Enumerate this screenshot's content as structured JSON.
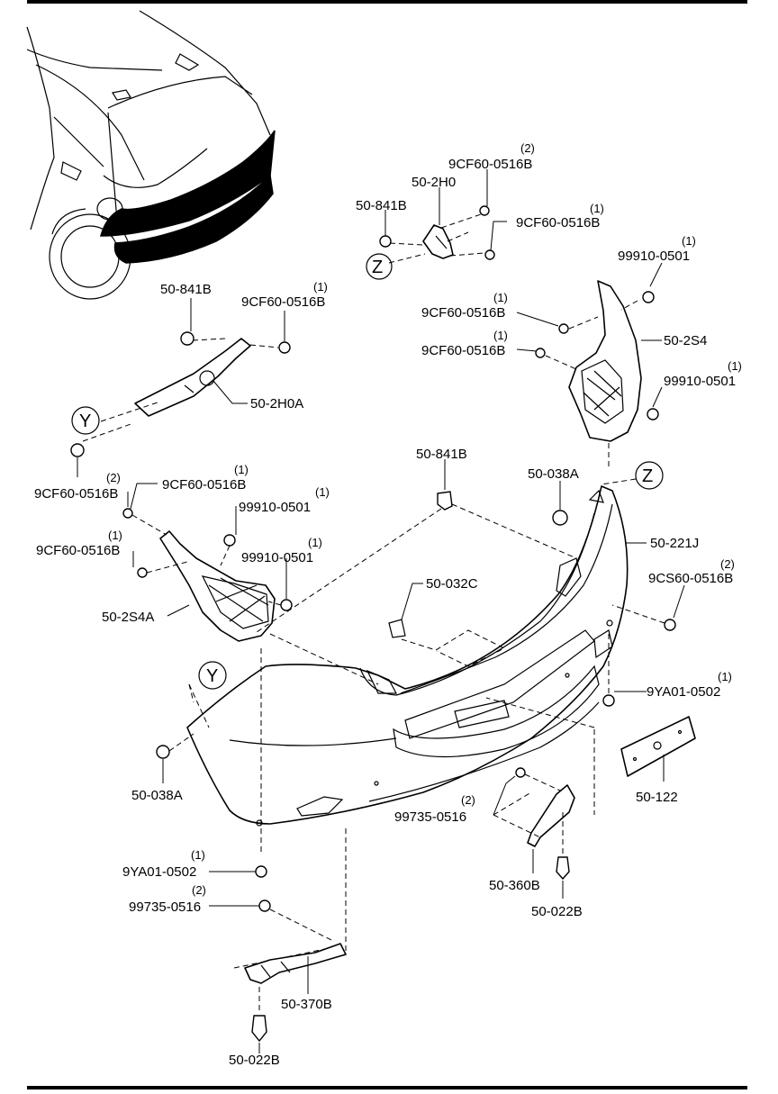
{
  "parts": {
    "p_50_841B_top": {
      "code": "50-841B"
    },
    "p_50_2H0": {
      "code": "50-2H0"
    },
    "p_9CF60_z1": {
      "code": "9CF60-0516B",
      "qty": "(2)"
    },
    "p_9CF60_z2": {
      "code": "9CF60-0516B",
      "qty": "(1)"
    },
    "p_99910_r1": {
      "code": "99910-0501",
      "qty": "(1)"
    },
    "p_9CF60_r1": {
      "code": "9CF60-0516B",
      "qty": "(1)"
    },
    "p_50_2S4": {
      "code": "50-2S4"
    },
    "p_9CF60_r2": {
      "code": "9CF60-0516B",
      "qty": "(1)"
    },
    "p_99910_r2": {
      "code": "99910-0501",
      "qty": "(1)"
    },
    "p_50_841B_l": {
      "code": "50-841B"
    },
    "p_9CF60_l1": {
      "code": "9CF60-0516B",
      "qty": "(1)"
    },
    "p_50_2H0A": {
      "code": "50-2H0A"
    },
    "p_9CF60_l2": {
      "code": "9CF60-0516B",
      "qty": "(2)"
    },
    "p_9CF60_l3": {
      "code": "9CF60-0516B",
      "qty": "(1)"
    },
    "p_99910_l1": {
      "code": "99910-0501",
      "qty": "(1)"
    },
    "p_9CF60_l4": {
      "code": "9CF60-0516B",
      "qty": "(1)"
    },
    "p_99910_l2": {
      "code": "99910-0501",
      "qty": "(1)"
    },
    "p_50_2S4A": {
      "code": "50-2S4A"
    },
    "p_50_841B_m": {
      "code": "50-841B"
    },
    "p_50_038A_r": {
      "code": "50-038A"
    },
    "p_50_221J": {
      "code": "50-221J"
    },
    "p_9CS60": {
      "code": "9CS60-0516B",
      "qty": "(2)"
    },
    "p_50_032C": {
      "code": "50-032C"
    },
    "p_9YA01_r": {
      "code": "9YA01-0502",
      "qty": "(1)"
    },
    "p_50_122": {
      "code": "50-122"
    },
    "p_50_038A_l": {
      "code": "50-038A"
    },
    "p_99735_r": {
      "code": "99735-0516",
      "qty": "(2)"
    },
    "p_50_360B": {
      "code": "50-360B"
    },
    "p_50_022B_r": {
      "code": "50-022B"
    },
    "p_9YA01_l": {
      "code": "9YA01-0502",
      "qty": "(1)"
    },
    "p_99735_l": {
      "code": "99735-0516",
      "qty": "(2)"
    },
    "p_50_370B": {
      "code": "50-370B"
    },
    "p_50_022B_b": {
      "code": "50-022B"
    }
  },
  "refs": {
    "z": "Z",
    "y": "Y"
  }
}
